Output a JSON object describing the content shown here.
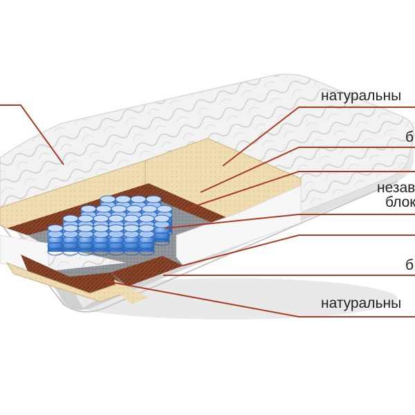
{
  "colors": {
    "leader_line": "#a83a26",
    "quilt_cover": "#f2f2f2",
    "latex": "#efdcb2",
    "coir": "#7a3b22",
    "felt": "#8f9296",
    "springs": "#3d7fd6",
    "foam_frame": "#f7f7f7"
  },
  "labels": [
    {
      "text": "натуральны"
    },
    {
      "text": "б"
    },
    {
      "text": "незав"
    },
    {
      "text": "блок"
    },
    {
      "text": "б"
    },
    {
      "text": "натуральны"
    }
  ]
}
